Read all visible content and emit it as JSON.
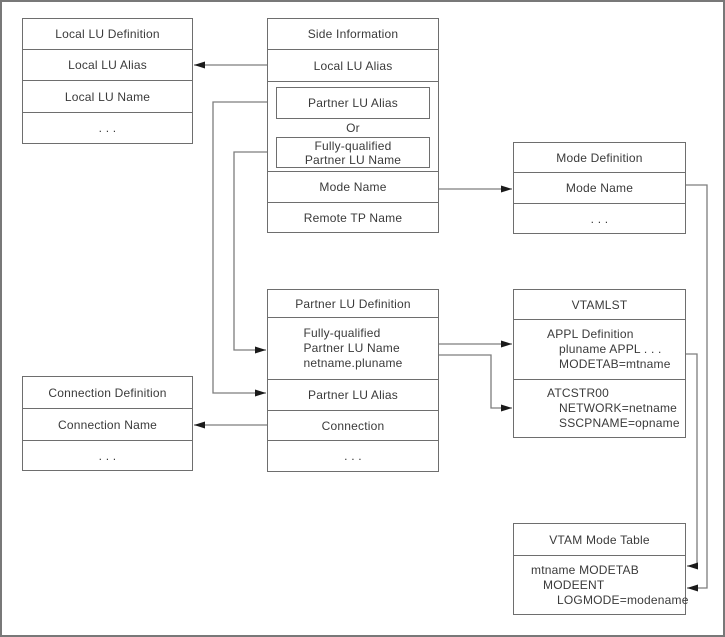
{
  "diagram": {
    "colors": {
      "background": "#ffffff",
      "box_border": "#6e6e6e",
      "line": "#7d7d7d",
      "arrowhead": "#1a1a1a",
      "text": "#3a3a3a"
    },
    "boxes": {
      "local_lu_definition": {
        "title": "Local LU Definition",
        "rows": [
          "Local LU Alias",
          "Local LU Name",
          ". . ."
        ]
      },
      "side_information": {
        "title": "Side Information",
        "local_lu_alias": "Local LU Alias",
        "partner_lu_alias": "Partner LU Alias",
        "or_label": "Or",
        "fully_qualified_line1": "Fully-qualified",
        "fully_qualified_line2": "Partner LU Name",
        "mode_name": "Mode Name",
        "remote_tp_name": "Remote TP Name"
      },
      "mode_definition": {
        "title": "Mode Definition",
        "rows": [
          "Mode Name",
          ". . ."
        ]
      },
      "partner_lu_definition": {
        "title": "Partner LU Definition",
        "fq_line1": "Fully-qualified",
        "fq_line2": "Partner LU Name",
        "fq_line3": "netname.pluname",
        "partner_lu_alias": "Partner LU Alias",
        "connection": "Connection",
        "dots": ". . ."
      },
      "vtamlst": {
        "title": "VTAMLST",
        "appl_line1": "APPL Definition",
        "appl_line2": "pluname APPL . . .",
        "appl_line3": "MODETAB=mtname",
        "atc_line1": "ATCSTR00",
        "atc_line2": "NETWORK=netname",
        "atc_line3": "SSCPNAME=opname"
      },
      "connection_definition": {
        "title": "Connection Definition",
        "rows": [
          "Connection Name",
          ". . ."
        ]
      },
      "vtam_mode_table": {
        "title": "VTAM Mode Table",
        "line1": "mtname MODETAB",
        "line2": "MODEENT",
        "line3": "LOGMODE=modename"
      }
    }
  }
}
